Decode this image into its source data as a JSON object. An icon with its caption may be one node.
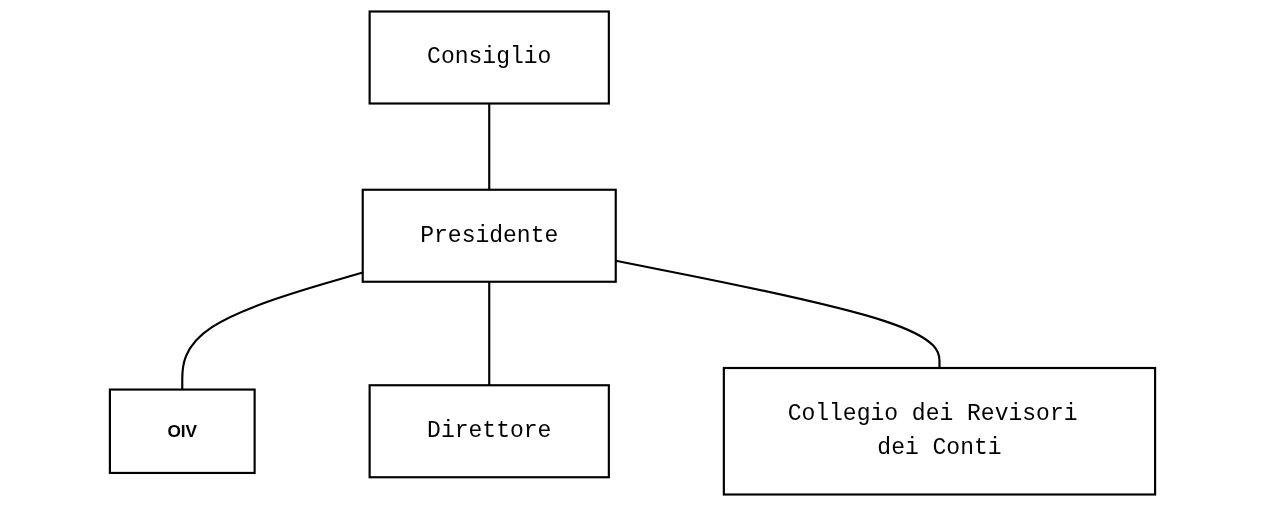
{
  "diagram": {
    "nodes": [
      {
        "text": [
          "Consiglio"
        ]
      },
      {
        "text": [
          "Presidente"
        ]
      },
      {
        "text": [
          "OIV"
        ]
      },
      {
        "text": [
          "Direttore"
        ]
      },
      {
        "text": [
          "Collegio dei Revisori dei Conti"
        ]
      }
    ],
    "edges": [
      {
        "from": 0,
        "to": 1,
        "arrow": "none"
      },
      {
        "from": 1,
        "to": 2,
        "arrow": "none"
      },
      {
        "from": 1,
        "to": 3,
        "arrow": "none"
      },
      {
        "from": 1,
        "to": 4,
        "arrow": "none"
      }
    ]
  }
}
